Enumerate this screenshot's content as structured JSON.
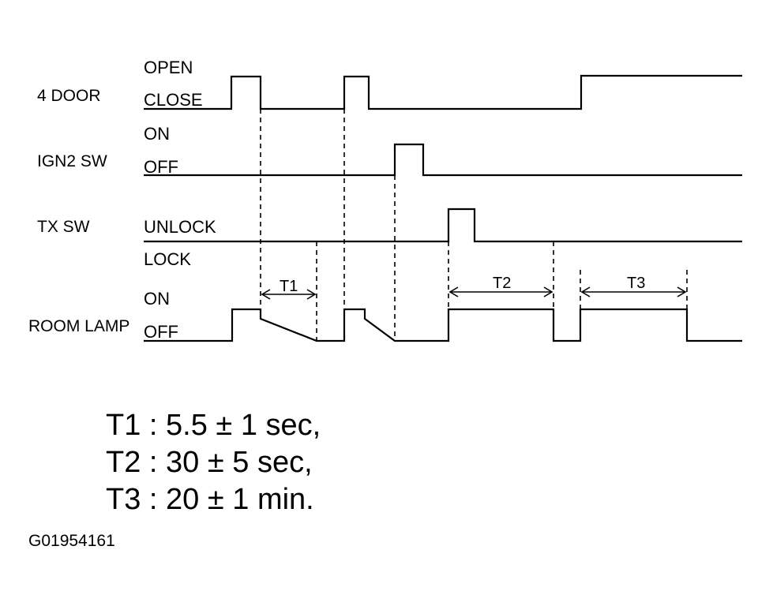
{
  "signals": [
    {
      "id": "door",
      "name": "4 DOOR",
      "high_state": "OPEN",
      "low_state": "CLOSE"
    },
    {
      "id": "ign",
      "name": "IGN2 SW",
      "high_state": "ON",
      "low_state": "OFF"
    },
    {
      "id": "tx",
      "name": "TX SW",
      "high_state": "UNLOCK",
      "low_state": "LOCK"
    },
    {
      "id": "lamp",
      "name": "ROOM LAMP",
      "high_state": "ON",
      "low_state": "OFF"
    }
  ],
  "intervals": {
    "t1": "T1",
    "t2": "T2",
    "t3": "T3"
  },
  "notes": [
    "T1 : 5.5 ± 1 sec,",
    "T2 : 30 ± 5 sec,",
    "T3 : 20 ± 1 min."
  ],
  "figure_id": "G01954161"
}
